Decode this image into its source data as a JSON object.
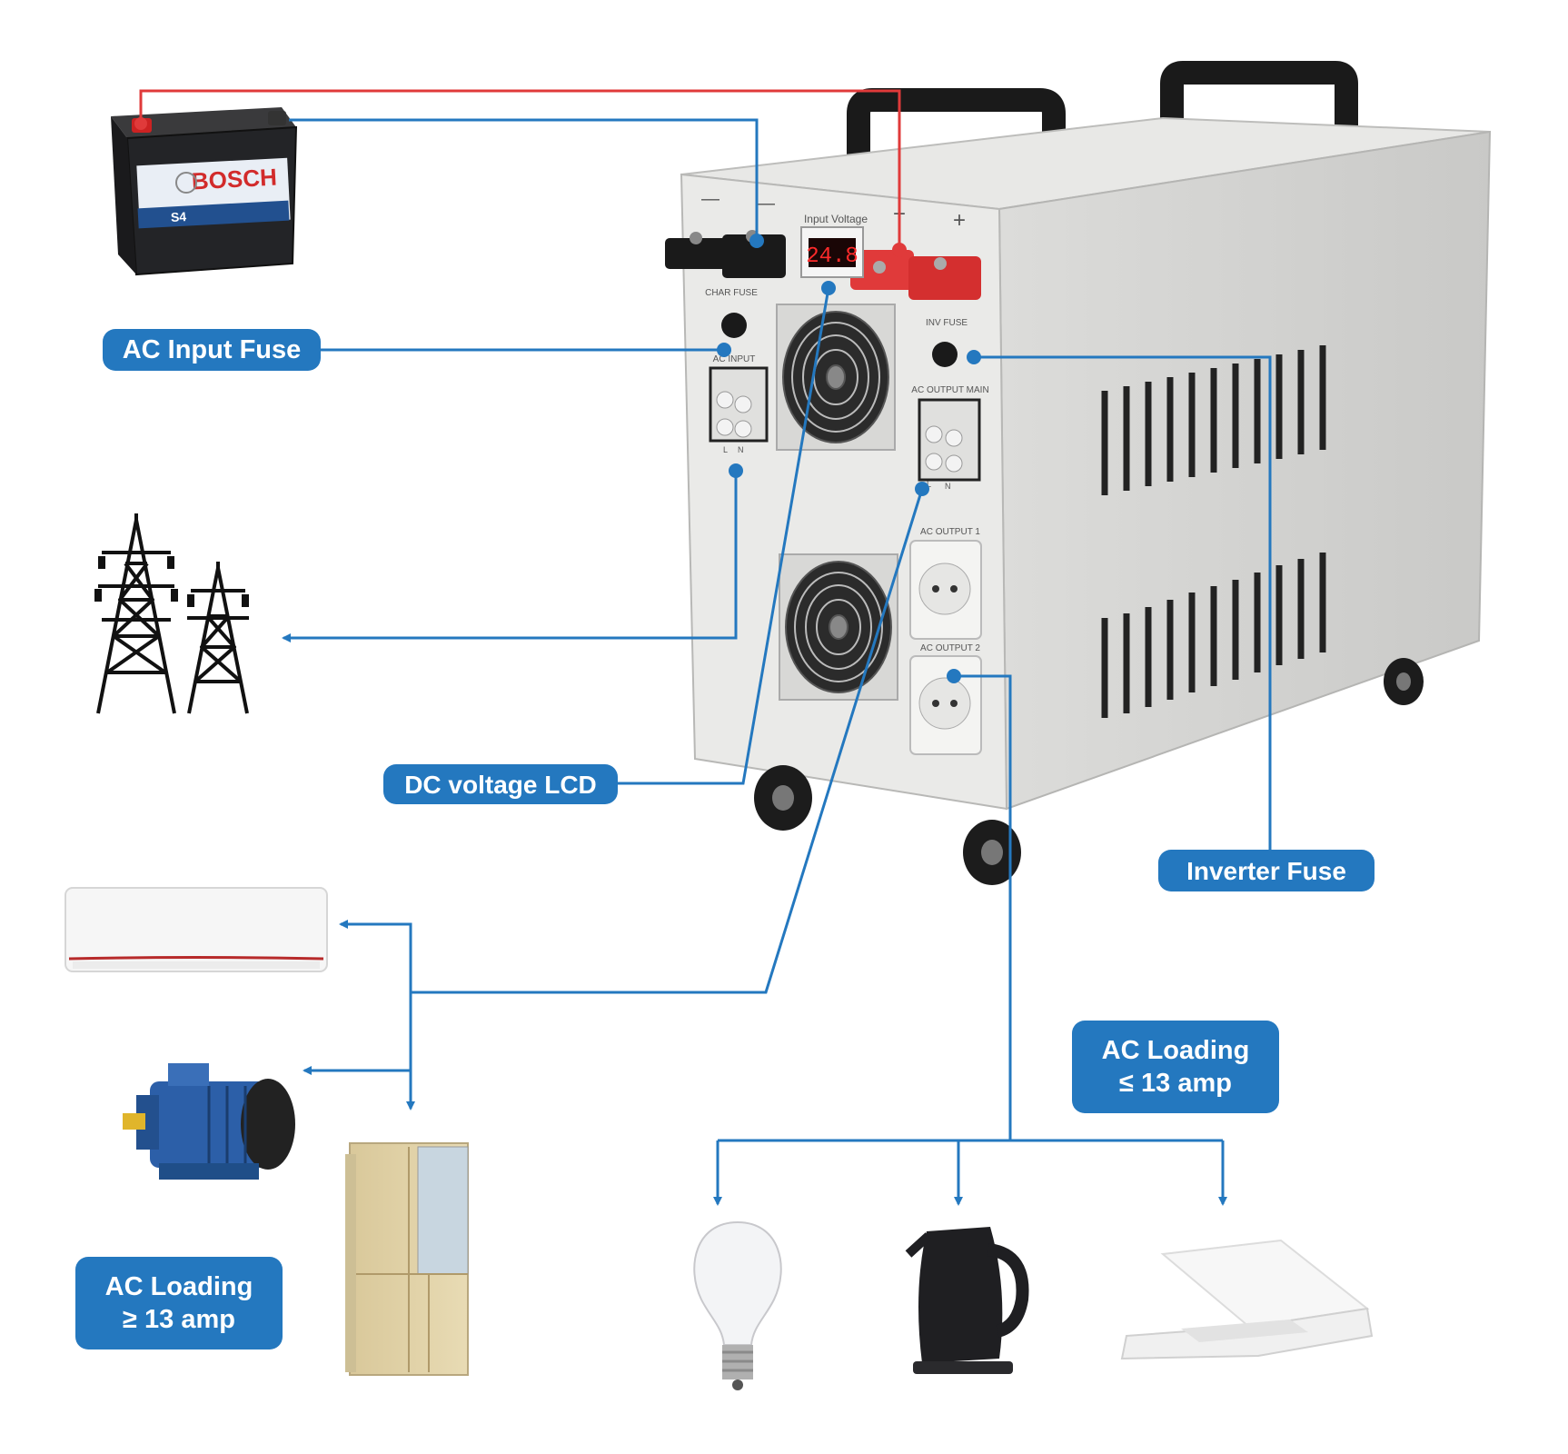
{
  "labels": {
    "ac_input_fuse": "AC Input Fuse",
    "dc_voltage_lcd": "DC voltage LCD",
    "inverter_fuse": "Inverter Fuse",
    "ac_loading_low_line1": "AC Loading",
    "ac_loading_low_line2": "≤ 13 amp",
    "ac_loading_high_line1": "AC Loading",
    "ac_loading_high_line2": "≥ 13 amp"
  },
  "battery": {
    "brand": "BOSCH",
    "model": "S4"
  },
  "inverter_panel": {
    "display_title": "Input Voltage",
    "display_value": "24.8",
    "neg_terminal_sign": "—",
    "pos_terminal_sign": "+",
    "char_fuse": "CHAR FUSE",
    "ac_input": "AC INPUT",
    "inv_fuse": "INV FUSE",
    "ac_output_main": "AC OUTPUT MAIN",
    "ac_output_1": "AC OUTPUT 1",
    "ac_output_2": "AC OUTPUT 2",
    "terminal_l": "L",
    "terminal_n": "N"
  },
  "colors": {
    "accent_blue": "#2478bf",
    "positive_red": "#e03a3a",
    "panel_gray": "#e6e6e4"
  }
}
